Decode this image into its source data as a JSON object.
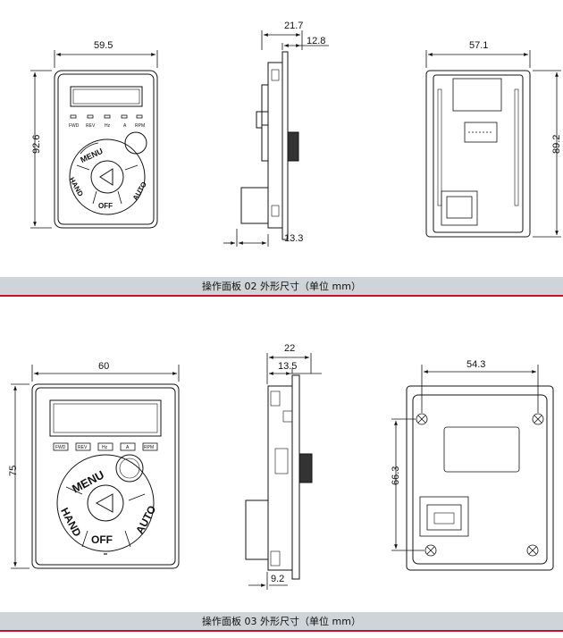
{
  "panel02": {
    "front": {
      "width": "59.5",
      "height": "92.6",
      "leds": [
        "FWD",
        "REV",
        "Hz",
        "A",
        "RPM"
      ],
      "buttons": {
        "menu": "MENU",
        "hand": "HAND",
        "off": "OFF",
        "auto": "AUTO"
      }
    },
    "side": {
      "depth": "21.7",
      "inner": "12.8",
      "bottom": "13.3"
    },
    "back": {
      "width": "57.1",
      "height": "89.2"
    },
    "caption": "操作面板 02 外形尺寸（单位 mm）"
  },
  "panel03": {
    "front": {
      "width": "60",
      "height": "75",
      "leds": [
        "FWD",
        "REV",
        "Hz",
        "A",
        "RPM"
      ],
      "buttons": {
        "menu": "MENU",
        "hand": "HAND",
        "off": "OFF",
        "auto": "AUTO"
      }
    },
    "side": {
      "depth": "22",
      "inner": "13.5",
      "bottom": "9.2"
    },
    "back": {
      "width": "54.3",
      "height": "66.3"
    },
    "caption": "操作面板 03 外形尺寸（单位 mm）"
  },
  "colors": {
    "line": "#111111",
    "caption_bg": "#cfd4d8",
    "caption_rule": "#c8102e"
  }
}
